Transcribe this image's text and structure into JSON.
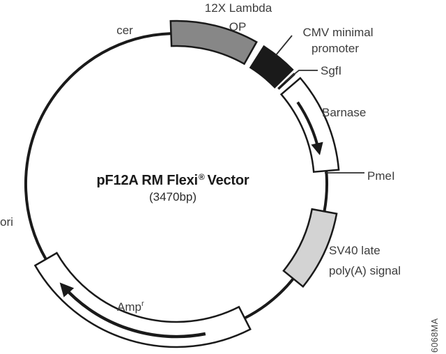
{
  "diagram": {
    "title_main": "pF12A RM Flexi",
    "title_reg": "®",
    "title_rest": "Vector",
    "size_label": "(3470bp)",
    "figure_code": "6068MA",
    "labels": {
      "lambda_op_l1": "12X Lambda",
      "lambda_op_l2": "OP",
      "cer": "cer",
      "cmv_l1": "CMV minimal",
      "cmv_l2": "promoter",
      "sgfi": "SgfI",
      "barnase": "Barnase",
      "pmei": "PmeI",
      "sv40_l1": "SV40 late",
      "sv40_l2": "poly(A) signal",
      "amp_base": "Amp",
      "amp_sup": "r",
      "ori": "ori"
    },
    "colors": {
      "backbone": "#1a1a1a",
      "lambda_op_fill": "#878787",
      "cmv_fill": "#1a1a1a",
      "barnase_fill": "#ffffff",
      "sv40_fill": "#d3d3d3",
      "amp_fill": "#ffffff"
    }
  }
}
